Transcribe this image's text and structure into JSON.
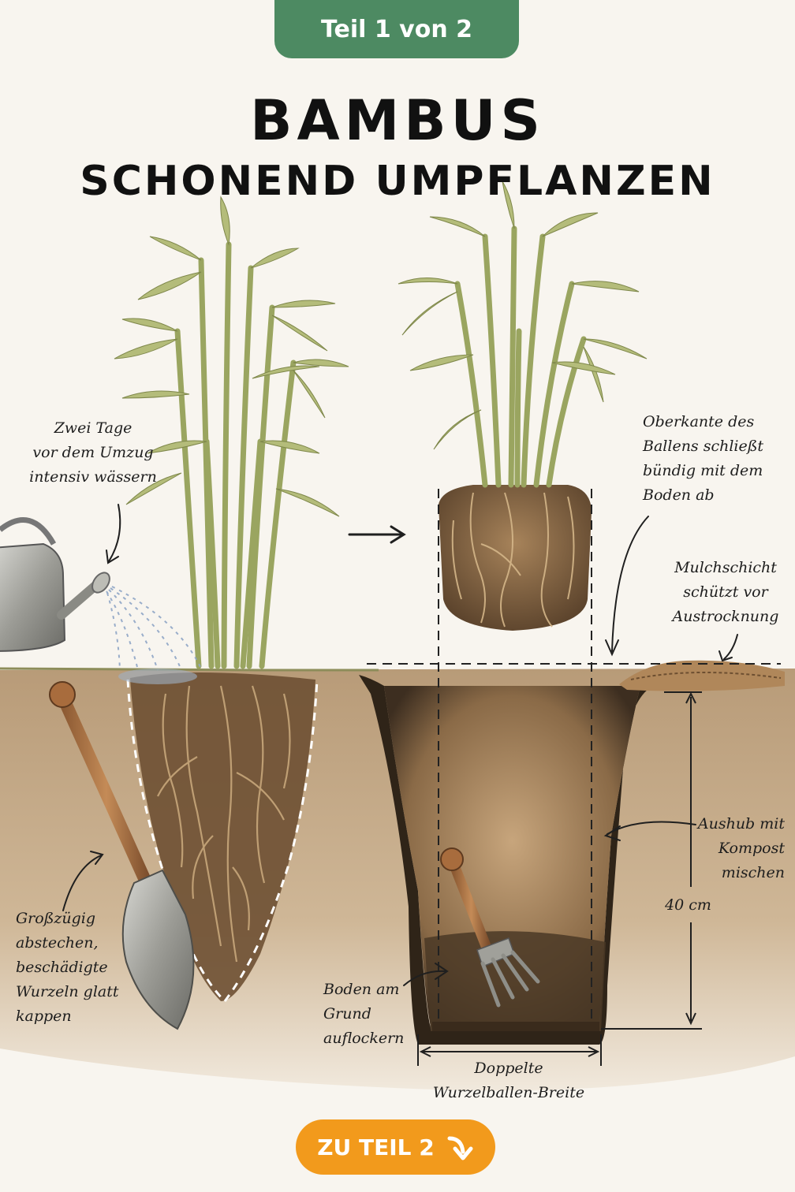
{
  "badge": "Teil 1 von 2",
  "title_line1": "BAMBUS",
  "title_line2": "SCHONEND UMPFLANZEN",
  "notes": {
    "water": "Zwei Tage\nvor dem Umzug\nintensiv wässern",
    "cut": "Großzügig\nabstechen,\nbeschädigte\nWurzeln glatt\nkappen",
    "top_edge": "Oberkante des\nBallens schließt\nbündig mit dem\nBoden ab",
    "mulch": "Mulchschicht\nschützt vor\nAustrocknung",
    "compost": "Aushub mit\nKompost\nmischen",
    "depth": "40 cm",
    "loosen": "Boden am\nGrund\nauflockern",
    "width": "Doppelte\nWurzelballen-Breite"
  },
  "cta_label": "ZU TEIL 2",
  "icons": [
    "watering-can-icon",
    "spade-icon",
    "garden-fork-icon",
    "arrow-right-icon",
    "arrow-down-right-icon"
  ],
  "colors": {
    "badge": "#4d8a62",
    "cta": "#f29a1c",
    "soil": "#a88965",
    "bamboo_stalk": "#9aa560",
    "leaf": "#b4bc7a",
    "root": "#8a6a42"
  }
}
